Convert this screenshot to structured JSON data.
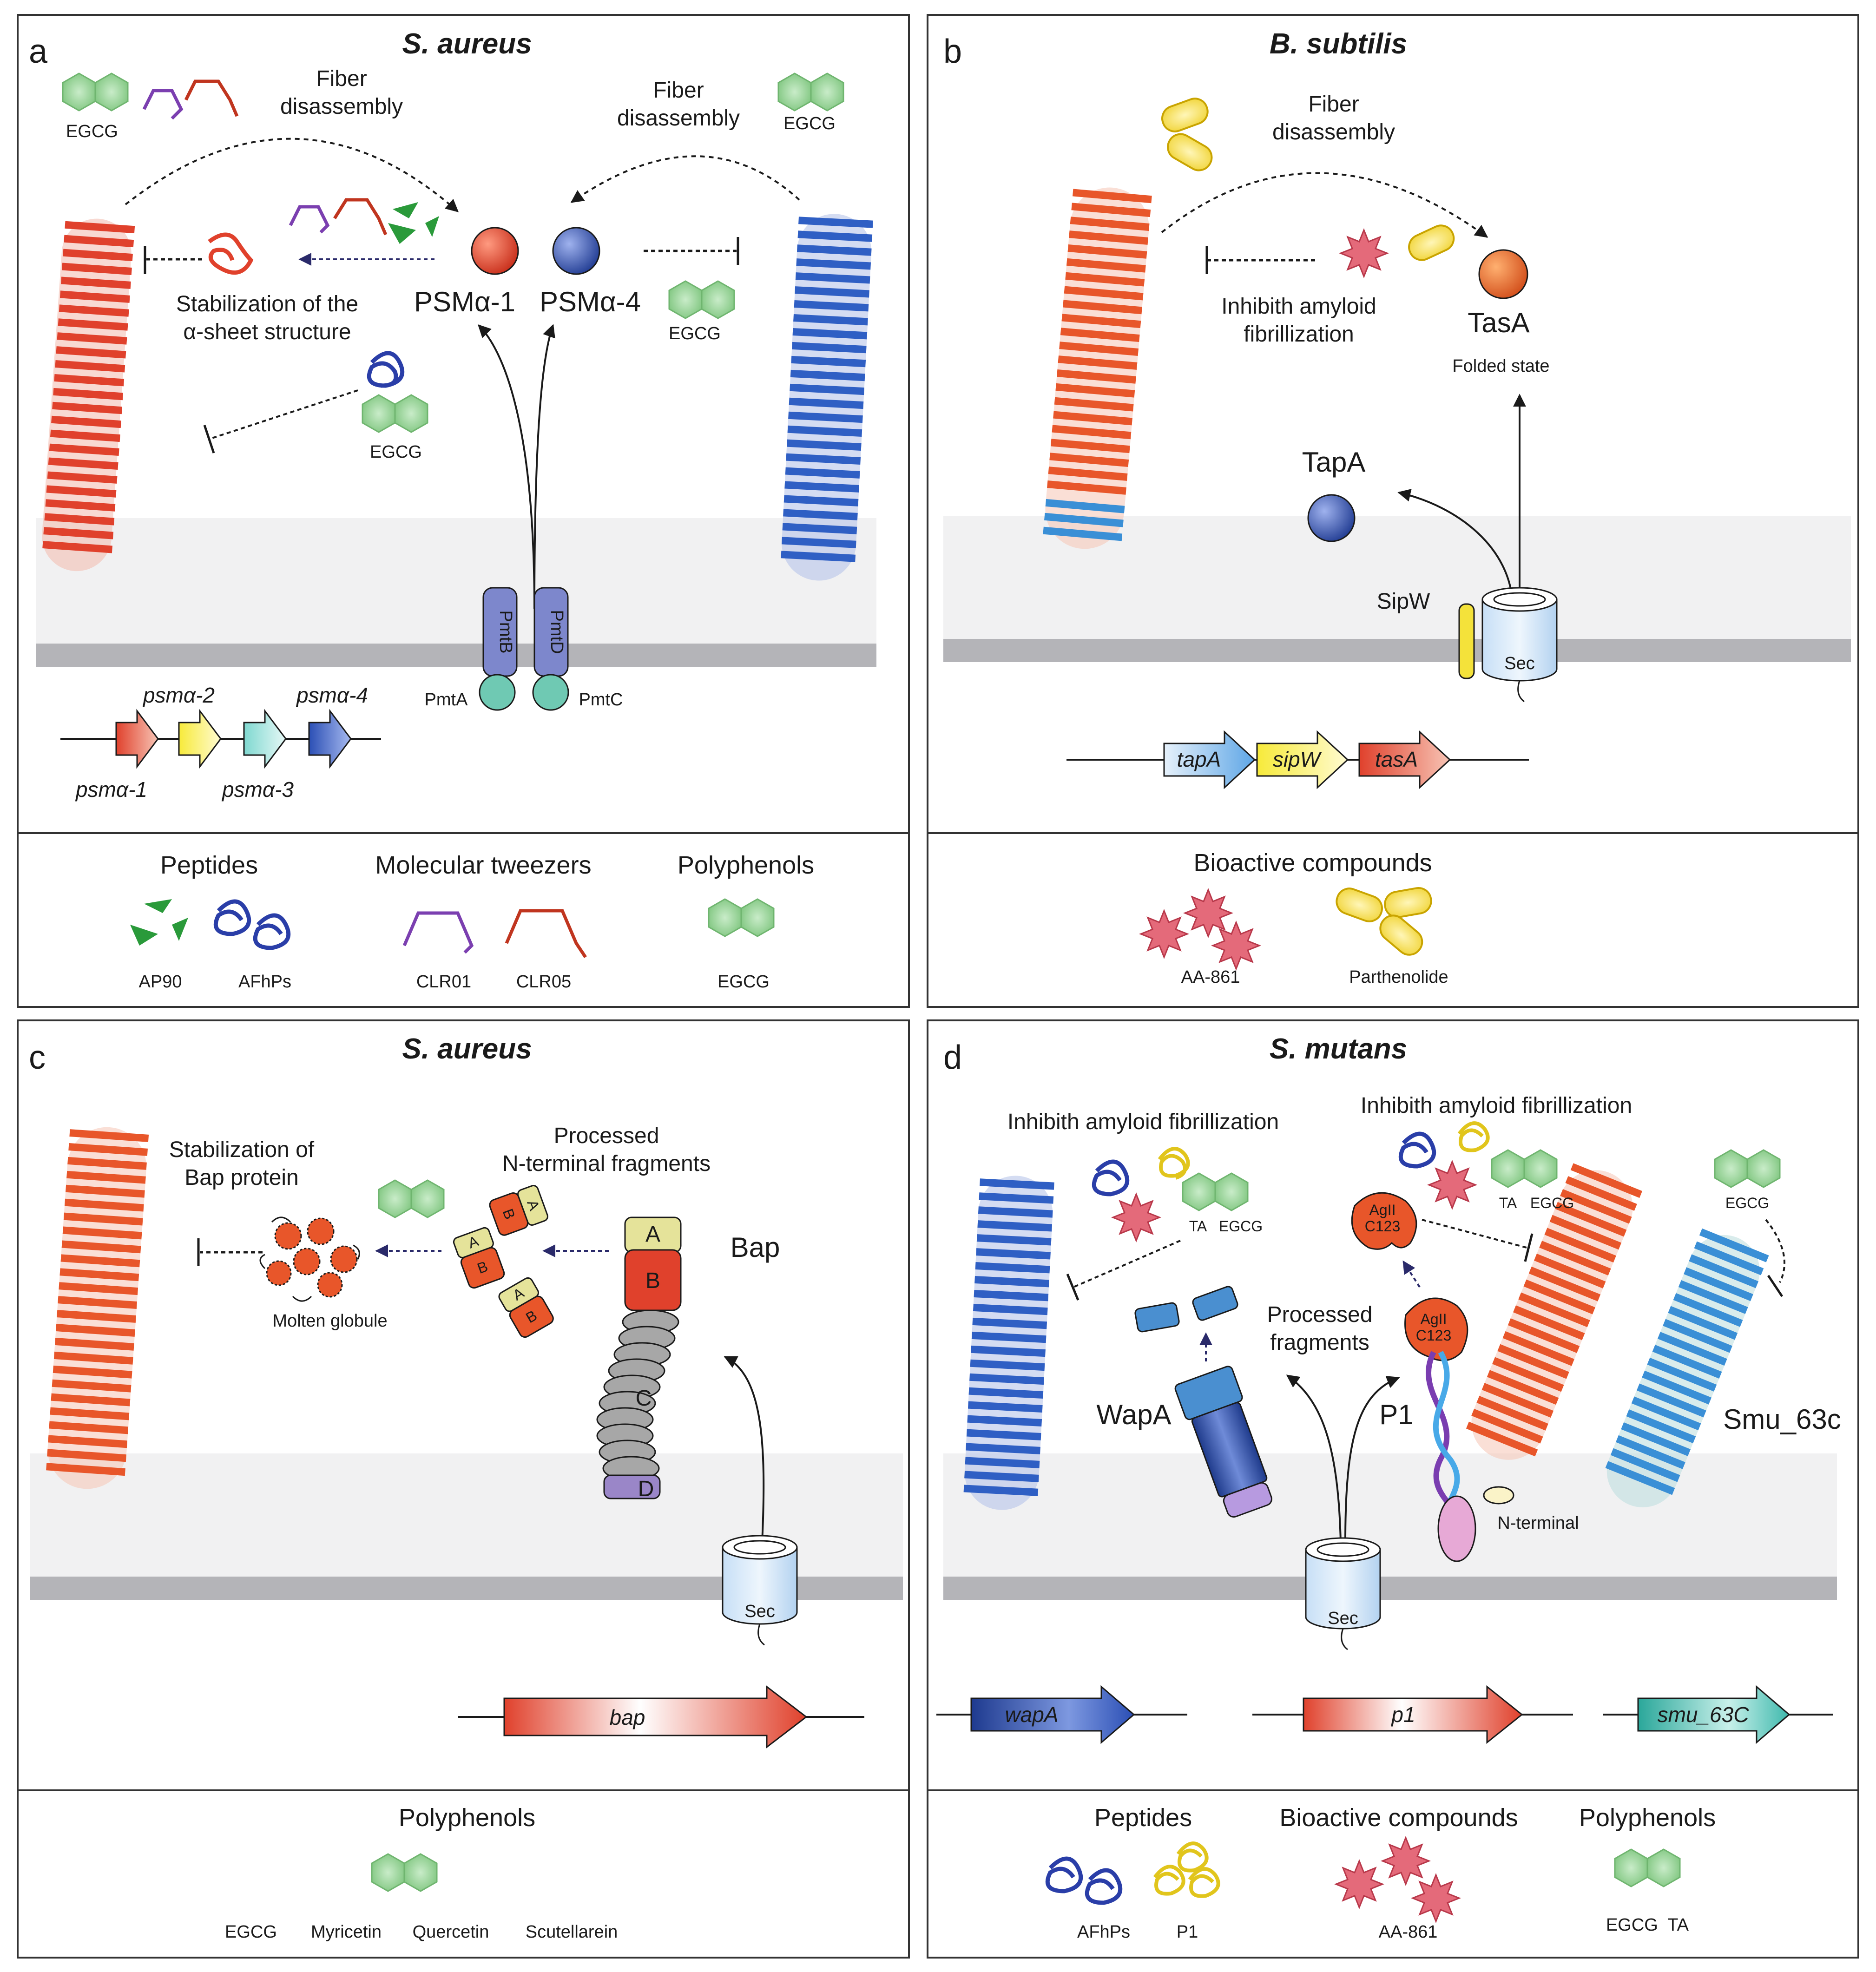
{
  "panels": {
    "a": {
      "letter": "a",
      "title": "S. aureus",
      "fiber_disassembly_left": [
        "Fiber",
        "disassembly"
      ],
      "fiber_disassembly_right": [
        "Fiber",
        "disassembly"
      ],
      "egcg": "EGCG",
      "psm1": "PSMα-1",
      "psm4": "PSMα-4",
      "stabilization": [
        "Stabilization of the",
        "α-sheet structure"
      ],
      "pmtB": "PmtB",
      "pmtD": "PmtD",
      "pmtA": "PmtA",
      "pmtC": "PmtC",
      "genes": [
        "psmα-1",
        "psmα-2",
        "psmα-3",
        "psmα-4"
      ],
      "legend": {
        "peptides": "Peptides",
        "tweezers": "Molecular tweezers",
        "polyphenols": "Polyphenols",
        "ap90": "AP90",
        "afhps": "AFhPs",
        "clr01": "CLR01",
        "clr05": "CLR05",
        "egcg": "EGCG"
      }
    },
    "b": {
      "letter": "b",
      "title": "B. subtilis",
      "fiber_disassembly": [
        "Fiber",
        "disassembly"
      ],
      "inhibit": [
        "Inhibith amyloid",
        "fibrillization"
      ],
      "tasA": "TasA",
      "folded": "Folded state",
      "tapA": "TapA",
      "sipW": "SipW",
      "sec": "Sec",
      "genes": [
        "tapA",
        "sipW",
        "tasA"
      ],
      "legend": {
        "bioactive": "Bioactive compounds",
        "aa861": "AA-861",
        "parthenolide": "Parthenolide"
      }
    },
    "c": {
      "letter": "c",
      "title": "S. aureus",
      "stabilization": [
        "Stabilization of",
        "Bap protein"
      ],
      "processed": [
        "Processed",
        "N-terminal fragments"
      ],
      "molten": "Molten globule",
      "bap": "Bap",
      "domains": [
        "A",
        "B",
        "C",
        "D"
      ],
      "sec": "Sec",
      "gene": "bap",
      "legend": {
        "polyphenols": "Polyphenols",
        "compounds": [
          "EGCG",
          "Myricetin",
          "Quercetin",
          "Scutellarein"
        ]
      }
    },
    "d": {
      "letter": "d",
      "title": "S. mutans",
      "inhibit_left": "Inhibith amyloid fibrillization",
      "inhibit_right": "Inhibith amyloid fibrillization",
      "ta": "TA",
      "egcg": "EGCG",
      "agII": [
        "AgII",
        "C123"
      ],
      "processed": [
        "Processed",
        "fragments"
      ],
      "wapA": "WapA",
      "p1": "P1",
      "smu": "Smu_63c",
      "nterminal": "N-terminal",
      "sec": "Sec",
      "genes": [
        "wapA",
        "p1",
        "smu_63C"
      ],
      "legend": {
        "peptides": "Peptides",
        "bioactive": "Bioactive compounds",
        "polyphenols": "Polyphenols",
        "afhps": "AFhPs",
        "p1": "P1",
        "aa861": "AA-861",
        "egcg_ta": "EGCG  TA"
      }
    }
  },
  "colors": {
    "red_fiber": "#e0412c",
    "orange_fiber": "#e8562a",
    "blue_fiber": "#2f5fc4",
    "light_blue_fiber": "#3a8fd6",
    "egcg_green": "#8fd08f",
    "membrane": "#b4b4b8"
  }
}
